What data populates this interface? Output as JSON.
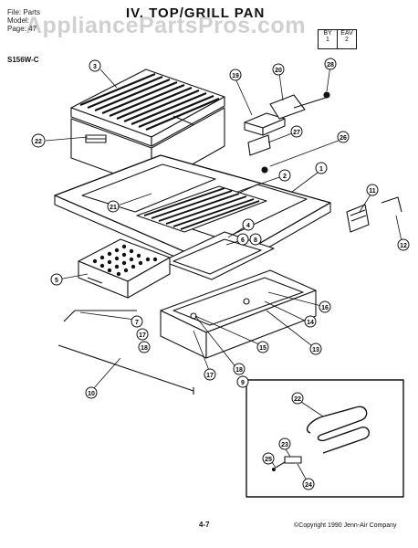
{
  "header": {
    "file_label": "File: Parts",
    "line2": "Model:",
    "line3": "Page: 47",
    "title": "IV. TOP/GRILL PAN",
    "by_label": "BY",
    "eav_label": "EAV",
    "by_value": "1",
    "eav_value": "2"
  },
  "watermark": "AppliancePartsPros.com",
  "model_code": "S156W-C",
  "callouts": [
    "1",
    "2",
    "3",
    "4",
    "5",
    "6",
    "7",
    "8",
    "9",
    "10",
    "11",
    "12",
    "13",
    "14",
    "15",
    "16",
    "17",
    "18",
    "19",
    "20",
    "21",
    "22",
    "23",
    "24",
    "25",
    "26",
    "27",
    "28"
  ],
  "footer": {
    "page_number": "4-7",
    "copyright": "©Copyright 1990 Jenn-Air Company"
  }
}
